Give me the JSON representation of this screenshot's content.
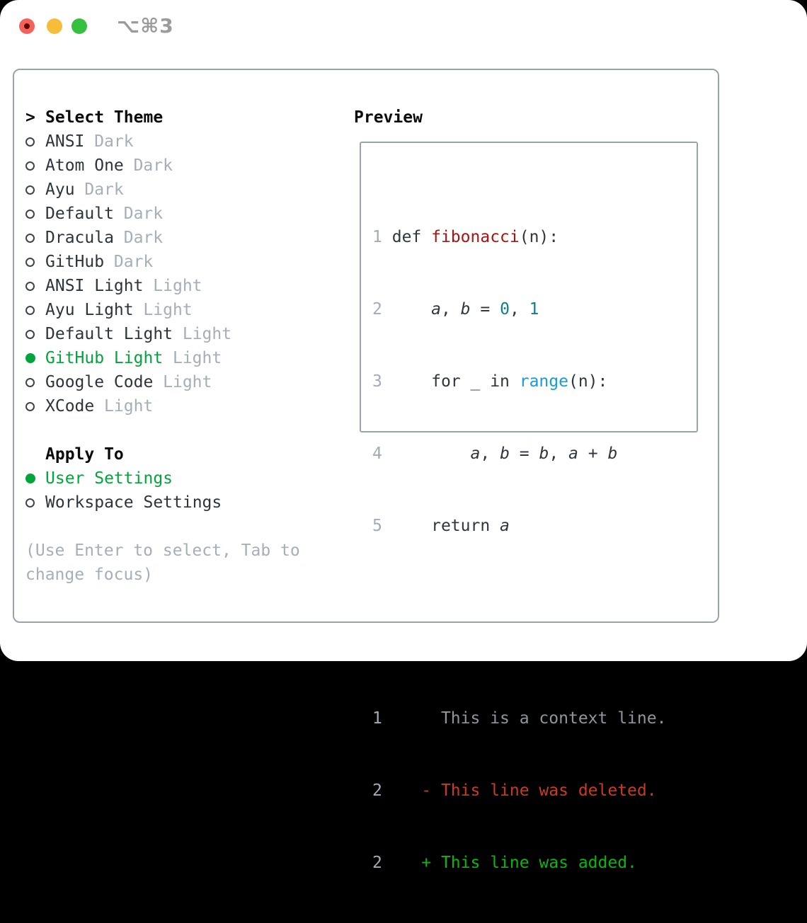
{
  "window": {
    "titlebar_shortcut": "⌥⌘3"
  },
  "theme_list": {
    "prompt": ">",
    "title": "Select Theme",
    "items": [
      {
        "name": "ANSI",
        "variant": "Dark",
        "selected": false
      },
      {
        "name": "Atom One",
        "variant": "Dark",
        "selected": false
      },
      {
        "name": "Ayu",
        "variant": "Dark",
        "selected": false
      },
      {
        "name": "Default",
        "variant": "Dark",
        "selected": false
      },
      {
        "name": "Dracula",
        "variant": "Dark",
        "selected": false
      },
      {
        "name": "GitHub",
        "variant": "Dark",
        "selected": false
      },
      {
        "name": "ANSI Light",
        "variant": "Light",
        "selected": false
      },
      {
        "name": "Ayu Light",
        "variant": "Light",
        "selected": false
      },
      {
        "name": "Default Light",
        "variant": "Light",
        "selected": false
      },
      {
        "name": "GitHub Light",
        "variant": "Light",
        "selected": true
      },
      {
        "name": "Google Code",
        "variant": "Light",
        "selected": false
      },
      {
        "name": "XCode",
        "variant": "Light",
        "selected": false
      }
    ]
  },
  "apply_to": {
    "title": "Apply To",
    "items": [
      {
        "name": "User Settings",
        "selected": true
      },
      {
        "name": "Workspace Settings",
        "selected": false
      }
    ]
  },
  "hint": {
    "line1": "(Use Enter to select, Tab to",
    "line2": "change focus)"
  },
  "preview": {
    "title": "Preview",
    "code_lines": [
      {
        "num": "1",
        "tokens": [
          "def ",
          "fibonacci",
          "(n):"
        ]
      },
      {
        "num": "2",
        "tokens": [
          "    ",
          "a",
          ", ",
          "b",
          " = ",
          "0",
          ", ",
          "1"
        ]
      },
      {
        "num": "3",
        "tokens": [
          "    for _ in ",
          "range",
          "(n):"
        ]
      },
      {
        "num": "4",
        "tokens": [
          "        ",
          "a",
          ", ",
          "b",
          " = ",
          "b",
          ", ",
          "a",
          " + ",
          "b"
        ]
      },
      {
        "num": "5",
        "tokens": [
          "    return ",
          "a"
        ]
      }
    ],
    "diff_lines": [
      {
        "num": "1",
        "kind": "context",
        "text": "     This is a context line."
      },
      {
        "num": "2",
        "kind": "deleted",
        "text": "   - This line was deleted."
      },
      {
        "num": "2",
        "kind": "added",
        "text": "   + This line was added."
      }
    ]
  },
  "colors": {
    "selection_green": "#00a53c",
    "added_green": "#0ab60a",
    "deleted_red": "#c93a22",
    "function_def_red": "#a81414",
    "function_call_blue": "#189bd6",
    "number_teal": "#0e7f8b",
    "muted_gray": "#a6aeb8",
    "context_gray": "#8f959c",
    "text_dark": "#2e343b",
    "border_gray": "#99a3ae",
    "traffic_red": "#f4615b",
    "traffic_yellow": "#f7bd3a",
    "traffic_green": "#35c03f",
    "titlebar_gray": "#9b9b9b"
  }
}
